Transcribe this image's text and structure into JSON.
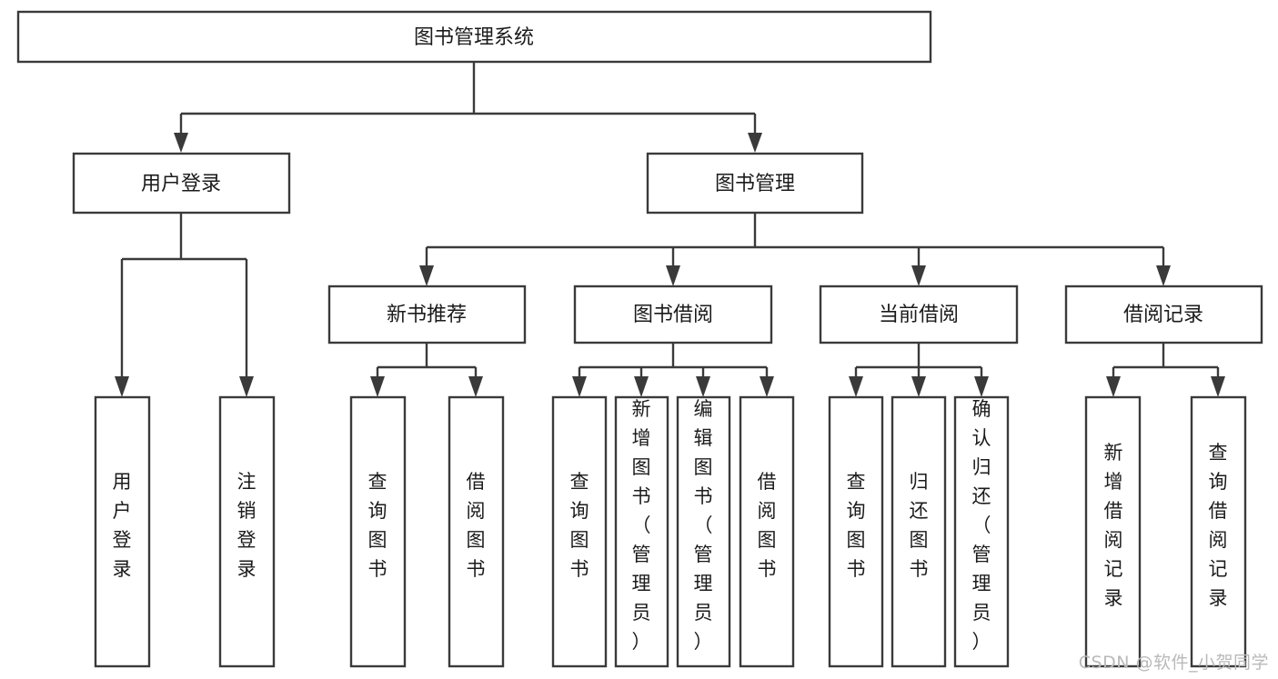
{
  "diagram": {
    "title": "图书管理系统",
    "type": "tree",
    "watermark": "CSDN @软件_小贺同学",
    "nodes": {
      "root": {
        "label": "图书管理系统"
      },
      "level2": [
        {
          "id": "user-login",
          "label": "用户登录"
        },
        {
          "id": "book-management",
          "label": "图书管理"
        }
      ],
      "level3": [
        {
          "id": "new-book-recommend",
          "label": "新书推荐"
        },
        {
          "id": "book-borrow",
          "label": "图书借阅"
        },
        {
          "id": "current-borrow",
          "label": "当前借阅"
        },
        {
          "id": "borrow-record",
          "label": "借阅记录"
        }
      ],
      "leaves": {
        "user-login": [
          {
            "id": "leaf-user-login",
            "label": "用户登录"
          },
          {
            "id": "leaf-logout-login",
            "label": "注销登录"
          }
        ],
        "new-book-recommend": [
          {
            "id": "leaf-query-book-1",
            "label": "查询图书"
          },
          {
            "id": "leaf-borrow-book-1",
            "label": "借阅图书"
          }
        ],
        "book-borrow": [
          {
            "id": "leaf-query-book-2",
            "label": "查询图书"
          },
          {
            "id": "leaf-add-book",
            "label": "新增图书（管理员）"
          },
          {
            "id": "leaf-edit-book",
            "label": "编辑图书（管理员）"
          },
          {
            "id": "leaf-borrow-book-2",
            "label": "借阅图书"
          }
        ],
        "current-borrow": [
          {
            "id": "leaf-query-book-3",
            "label": "查询图书"
          },
          {
            "id": "leaf-return-book",
            "label": "归还图书"
          },
          {
            "id": "leaf-confirm-return",
            "label": "确认归还（管理员）"
          }
        ],
        "borrow-record": [
          {
            "id": "leaf-add-record",
            "label": "新增借阅记录"
          },
          {
            "id": "leaf-query-record",
            "label": "查询借阅记录"
          }
        ]
      }
    },
    "colors": {
      "stroke": "#3a3a3a",
      "fill": "#ffffff",
      "text": "#1b1b1b",
      "watermark": "#b9b9b9"
    }
  }
}
